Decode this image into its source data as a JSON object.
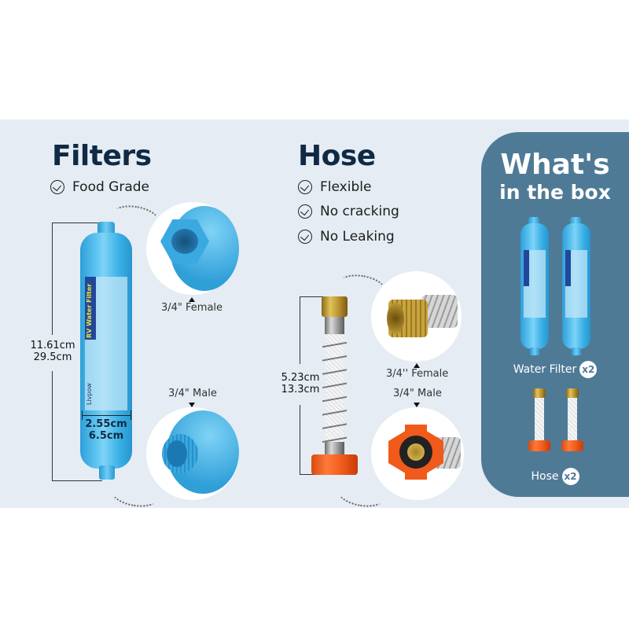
{
  "filters": {
    "title": "Filters",
    "features": [
      "Food Grade"
    ],
    "height_in": "11.61cm",
    "height_cm": "29.5cm",
    "width_in": "2.55cm",
    "width_cm": "6.5cm",
    "top_connector_label": "3/4\" Female",
    "bottom_connector_label": "3/4\" Male",
    "product_label": "RV Water Filter",
    "brand": "Livpow"
  },
  "hose": {
    "title": "Hose",
    "features": [
      "Flexible",
      "No cracking",
      "No Leaking"
    ],
    "length_in": "5.23cm",
    "length_cm": "13.3cm",
    "top_connector_label": "3/4'' Female",
    "bottom_connector_label": "3/4\" Male"
  },
  "box": {
    "title_line1": "What's",
    "title_line2": "in the box",
    "items": [
      {
        "name": "Water Filter",
        "qty": "x2"
      },
      {
        "name": "Hose",
        "qty": "x2"
      }
    ]
  },
  "colors": {
    "background_band": "#e5ecf3",
    "title": "#0f2a44",
    "panel": "#4f7a96",
    "filter_blue": "#3ab0e6",
    "hose_orange": "#f05a1a",
    "brass": "#c9a43e"
  }
}
